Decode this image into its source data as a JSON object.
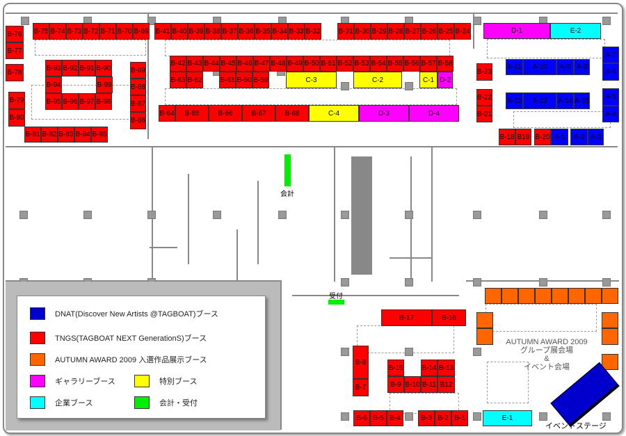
{
  "colors": {
    "dnat": "#0000ff",
    "tngs": "#ff0000",
    "award": "#ff6600",
    "gallery": "#ff00ff",
    "special": "#ffff00",
    "corporate": "#00ffff",
    "cashier": "#00ee00",
    "stage": "#0000cc"
  },
  "booths": [
    "B-75",
    "B-74",
    "B-73",
    "B-72",
    "B-71",
    "B-70",
    "B-69",
    "B-76",
    "B-77",
    "B-78",
    "B-79",
    "B-80",
    "B-93",
    "B-92",
    "B-91",
    "B-90",
    "B-94",
    "B-99",
    "B-95",
    "B-96",
    "B-97",
    "B-98",
    "B-89",
    "B-88",
    "B-87",
    "B-86",
    "B-81",
    "B-82",
    "B-83",
    "B-84",
    "B-85",
    "B-41",
    "B-40",
    "B-39",
    "B-38",
    "B-37",
    "B-36",
    "B-35",
    "B-34",
    "B-33",
    "B-32",
    "B-31",
    "B-30",
    "B-29",
    "B-28",
    "B-27",
    "B-26",
    "B-25",
    "B-24",
    "B-42",
    "B-43",
    "B-44",
    "B-45",
    "B-46",
    "B-47",
    "B-48",
    "B-49",
    "B-50",
    "B-51",
    "B-52",
    "B-53",
    "B-54",
    "B-55",
    "B-56",
    "B-57",
    "B-58",
    "B-63",
    "B-62",
    "B-61",
    "B-60",
    "B-59",
    "C-3",
    "C-2",
    "C-1",
    "D-2",
    "B-64",
    "B-65",
    "B-66",
    "B-67",
    "B-68",
    "C-4",
    "D-3",
    "D-4",
    "D-1",
    "E-2",
    "B-23",
    "B-22",
    "B-21",
    "A-11",
    "A-10",
    "A-9",
    "A-8",
    "A-12",
    "A-13",
    "A-14",
    "A-15",
    "A-7",
    "A-6",
    "A-5",
    "A-4",
    "B-18",
    "B19",
    "B-20",
    "A-1",
    "A-2",
    "A-3",
    "B-17",
    "B-16",
    "B-8",
    "B-7",
    "B-15",
    "B-14",
    "B-13",
    "B-9",
    "B-10",
    "B-11",
    "B12",
    "B-6",
    "B-5",
    "B-4",
    "B-3",
    "B-2",
    "B-1",
    "E-1"
  ],
  "labels": {
    "cashier": "会計",
    "reception": "受付",
    "award_area": [
      "AUTUMN AWARD 2009",
      "グループ展会場",
      "&",
      "イベント会場"
    ],
    "stage": "イベントステージ"
  },
  "legend": [
    {
      "label": "DNAT(Discover New Artists @TAGBOAT)ブース",
      "color": "#0000cc"
    },
    {
      "label": "TNGS(TAGBOAT NEXT GenerationS)ブース",
      "color": "#ff0000"
    },
    {
      "label": "AUTUMN AWARD 2009 入選作品展示ブース",
      "color": "#ff6600"
    },
    {
      "label": "ギャラリーブース",
      "color": "#ff00ff"
    },
    {
      "label": "特別ブース",
      "color": "#ffff00"
    },
    {
      "label": "企業ブース",
      "color": "#00ffff"
    },
    {
      "label": "会計・受付",
      "color": "#00ee00"
    }
  ]
}
